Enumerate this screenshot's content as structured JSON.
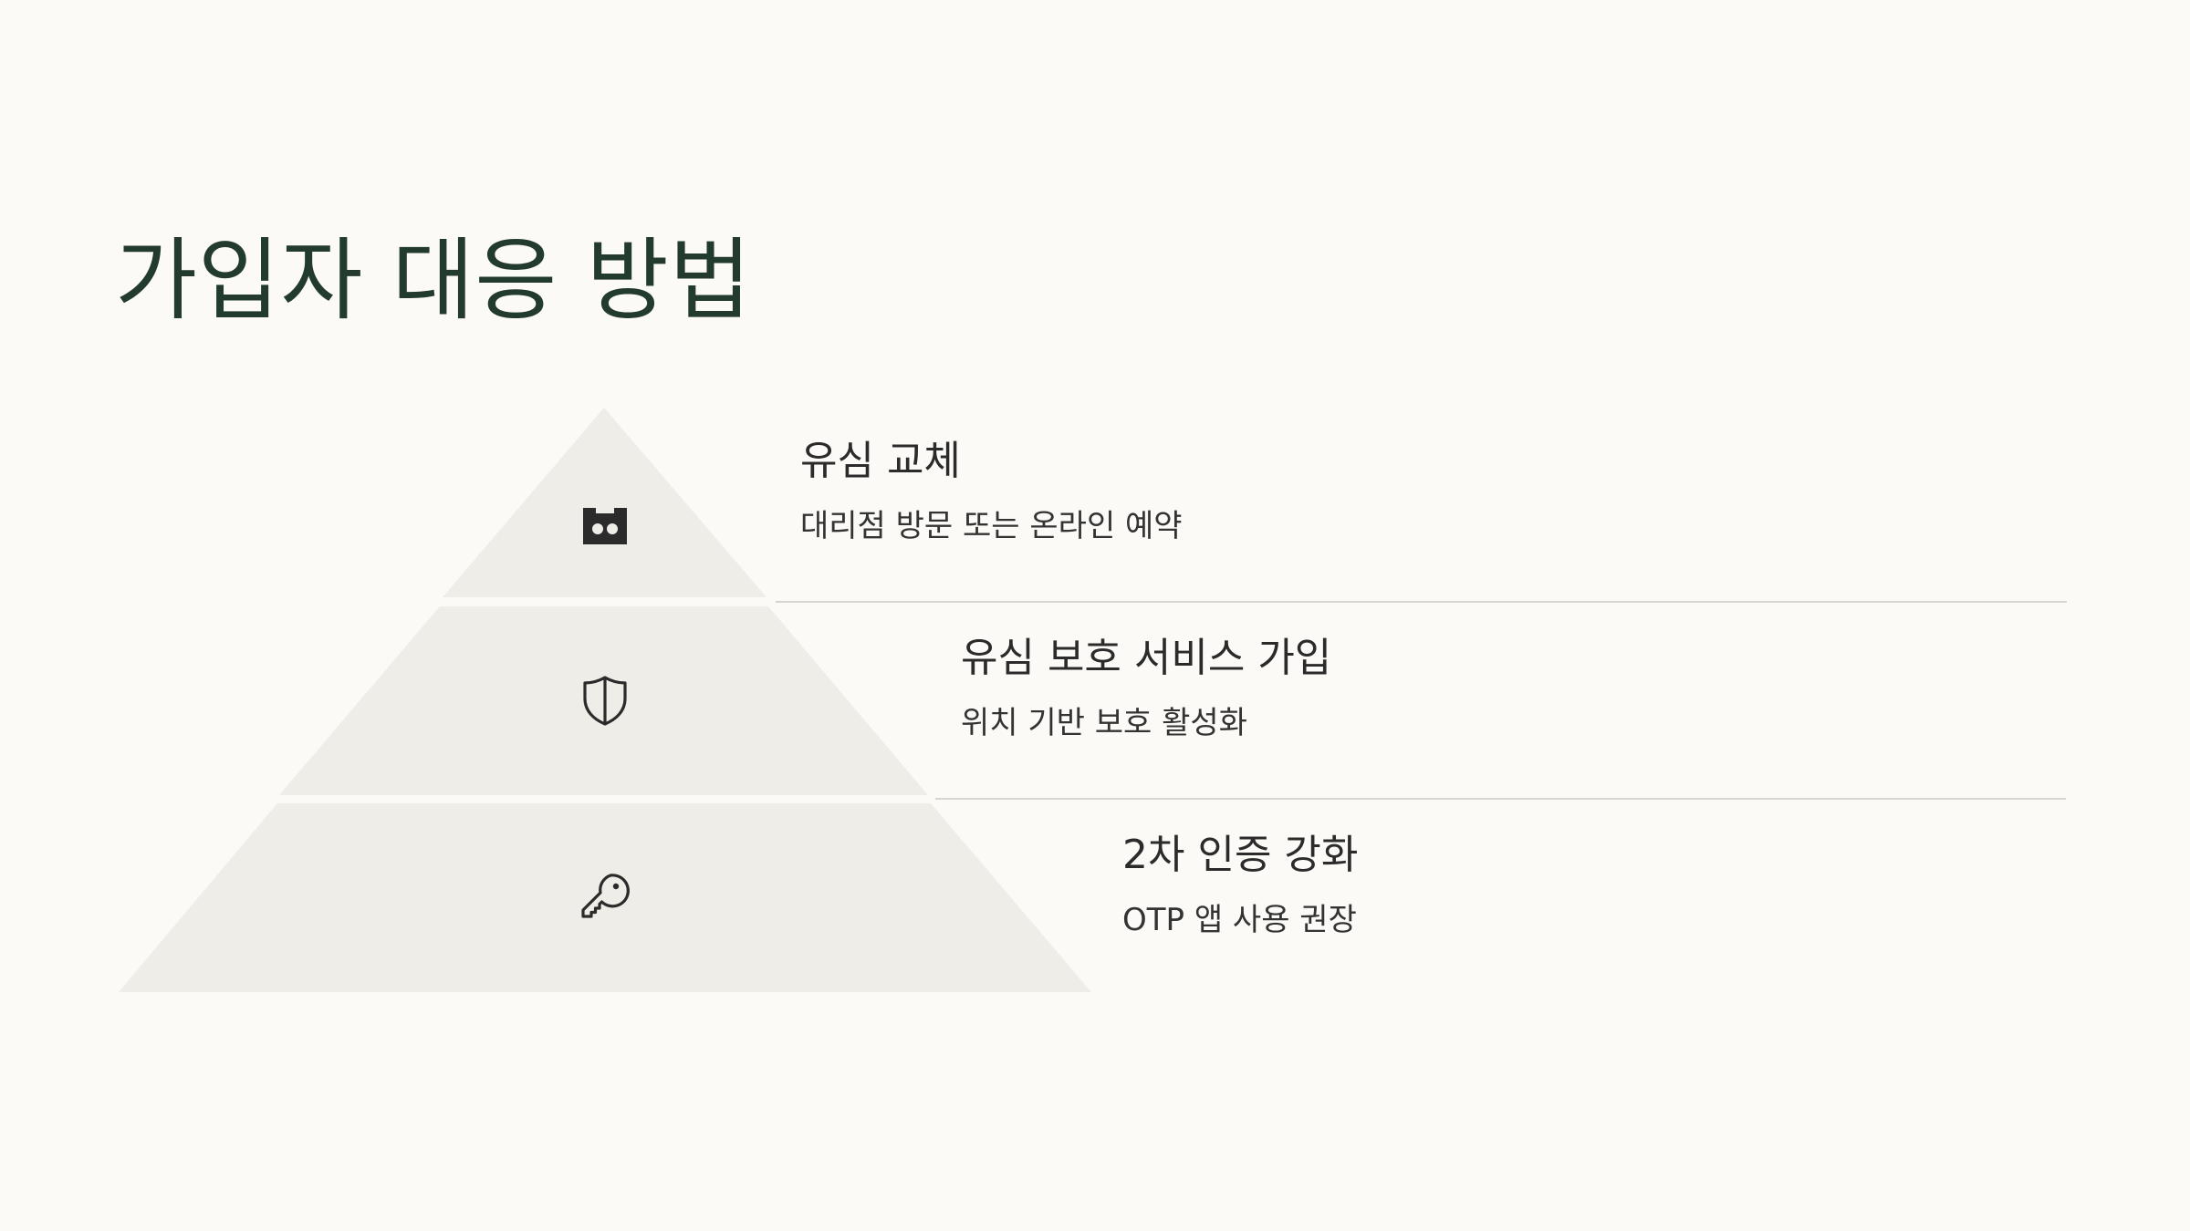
{
  "title": "가입자 대응 방법",
  "colors": {
    "title": "#233a2f",
    "tier_fill": "#efede7",
    "background": "#fbfaf6",
    "divider": "#d6d4cf",
    "icon": "#2b2b2b"
  },
  "tiers": [
    {
      "icon": "sim-card-icon",
      "heading": "유심 교체",
      "description": "대리점 방문 또는 온라인 예약"
    },
    {
      "icon": "shield-icon",
      "heading": "유심 보호 서비스 가입",
      "description": "위치 기반 보호 활성화"
    },
    {
      "icon": "key-icon",
      "heading": "2차 인증 강화",
      "description": "OTP 앱 사용 권장"
    }
  ]
}
